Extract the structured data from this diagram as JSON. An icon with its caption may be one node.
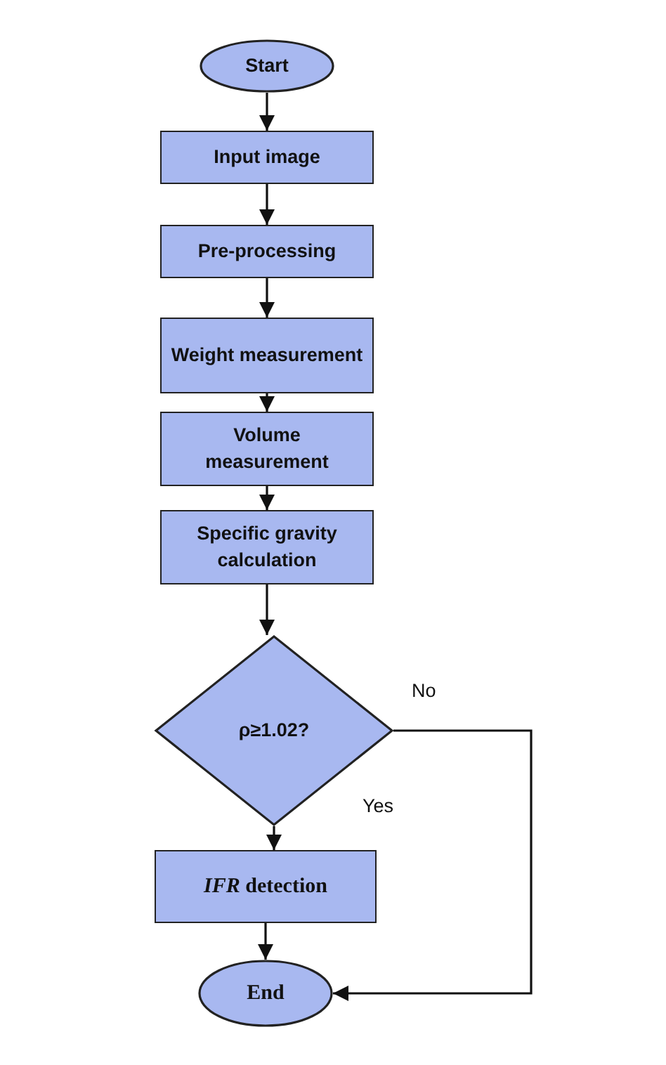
{
  "diagram": {
    "nodes": [
      {
        "text": [
          "Start"
        ]
      },
      {
        "text": [
          "Input image"
        ]
      },
      {
        "text": [
          "Pre-processing"
        ]
      },
      {
        "text": [
          "Weight measurement"
        ]
      },
      {
        "text": [
          "Volume measurement"
        ]
      },
      {
        "text": [
          "Specific gravity calculation"
        ]
      },
      {
        "text": [
          "ρ≥1.02?"
        ]
      },
      {
        "text": [
          "*IFR* detection"
        ]
      },
      {
        "text": [
          "End"
        ]
      }
    ],
    "edges": [
      {
        "from": 0,
        "to": 1,
        "arrow": "to"
      },
      {
        "from": 1,
        "to": 2,
        "arrow": "to"
      },
      {
        "from": 2,
        "to": 3,
        "arrow": "to"
      },
      {
        "from": 3,
        "to": 4,
        "arrow": "to"
      },
      {
        "from": 4,
        "to": 5,
        "arrow": "to"
      },
      {
        "from": 5,
        "to": 6,
        "arrow": "to"
      },
      {
        "from": 6,
        "to": 7,
        "arrow": "to",
        "label": "Yes"
      },
      {
        "from": 7,
        "to": 8,
        "arrow": "to"
      },
      {
        "from": 6,
        "to": 8,
        "arrow": "to",
        "label": "No"
      }
    ]
  }
}
